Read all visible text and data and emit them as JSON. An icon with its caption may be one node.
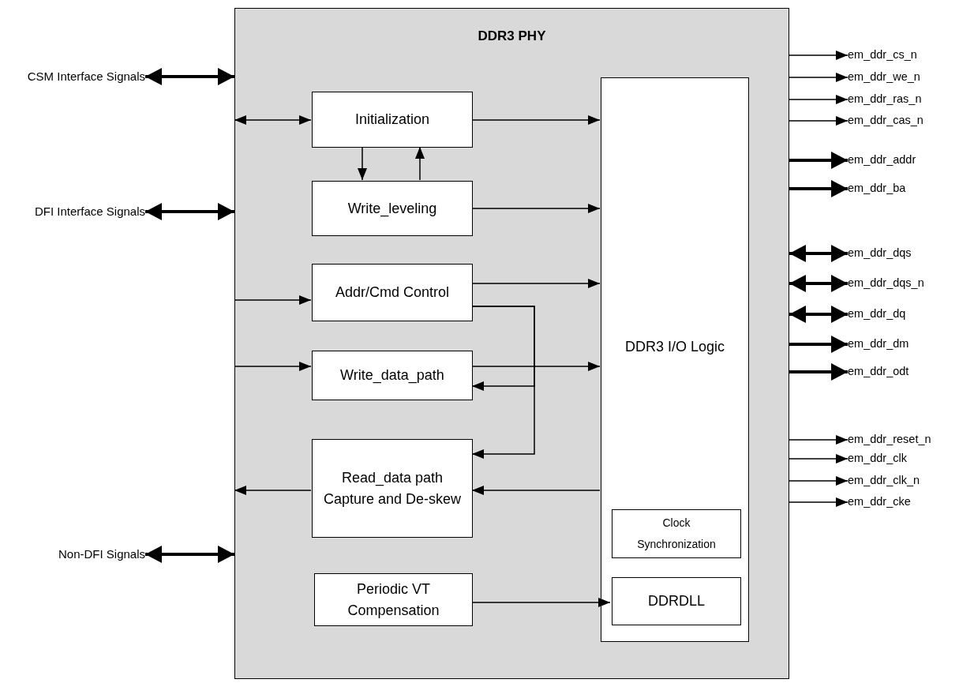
{
  "diagram": {
    "nodes": [
      {
        "text": [
          "DDR3 PHY"
        ]
      },
      {
        "text": [
          "Initialization"
        ],
        "in": 0
      },
      {
        "text": [
          "Write_leveling"
        ],
        "in": 0
      },
      {
        "text": [
          "Addr/Cmd Control"
        ],
        "in": 0
      },
      {
        "text": [
          "Write_data_path"
        ],
        "in": 0
      },
      {
        "text": [
          "Read_data path Capture and De-skew"
        ],
        "in": 0
      },
      {
        "text": [
          "Periodic VT Compensation"
        ],
        "in": 0
      },
      {
        "text": [
          "DDR3 I/O Logic"
        ],
        "in": 0
      },
      {
        "text": [
          "Clock Synchronization"
        ],
        "in": 7
      },
      {
        "text": [
          "DDRDLL"
        ],
        "in": 7
      },
      {
        "text": [
          "CSM Interface Signals"
        ]
      },
      {
        "text": [
          "DFI Interface Signals"
        ]
      },
      {
        "text": [
          "Non-DFI Signals"
        ]
      },
      {
        "text": [
          "em_ddr_cs_n"
        ]
      },
      {
        "text": [
          "em_ddr_we_n"
        ]
      },
      {
        "text": [
          "em_ddr_ras_n"
        ]
      },
      {
        "text": [
          "em_ddr_cas_n"
        ]
      },
      {
        "text": [
          "em_ddr_addr"
        ]
      },
      {
        "text": [
          "em_ddr_ba"
        ]
      },
      {
        "text": [
          "em_ddr_dqs"
        ]
      },
      {
        "text": [
          "em_ddr_dqs_n"
        ]
      },
      {
        "text": [
          "em_ddr_dq"
        ]
      },
      {
        "text": [
          "em_ddr_dm"
        ]
      },
      {
        "text": [
          "em_ddr_odt"
        ]
      },
      {
        "text": [
          "em_ddr_reset_n"
        ]
      },
      {
        "text": [
          "em_ddr_clk"
        ]
      },
      {
        "text": [
          "em_ddr_clk_n"
        ]
      },
      {
        "text": [
          "em_ddr_cke"
        ]
      }
    ],
    "edges": [
      {
        "from": 10,
        "to": 0,
        "arrow": "both",
        "style": "thick"
      },
      {
        "from": 11,
        "to": 0,
        "arrow": "both",
        "style": "thick"
      },
      {
        "from": 12,
        "to": 0,
        "arrow": "both",
        "style": "thick"
      },
      {
        "from": 0,
        "to": 1,
        "arrow": "both"
      },
      {
        "from": 1,
        "to": 2,
        "arrow": "to"
      },
      {
        "from": 2,
        "to": 1,
        "arrow": "to"
      },
      {
        "from": 1,
        "to": 7,
        "arrow": "to"
      },
      {
        "from": 2,
        "to": 7,
        "arrow": "to"
      },
      {
        "from": 0,
        "to": 3,
        "arrow": "to"
      },
      {
        "from": 3,
        "to": 7,
        "arrow": "to"
      },
      {
        "from": 0,
        "to": 4,
        "arrow": "to"
      },
      {
        "from": 4,
        "to": 7,
        "arrow": "to"
      },
      {
        "from": 3,
        "to": 4,
        "arrow": "to"
      },
      {
        "from": 3,
        "to": 5,
        "arrow": "to"
      },
      {
        "from": 7,
        "to": 5,
        "arrow": "to"
      },
      {
        "from": 5,
        "to": 0,
        "arrow": "to"
      },
      {
        "from": 6,
        "to": 9,
        "arrow": "to"
      },
      {
        "from": 0,
        "to": 13,
        "arrow": "to"
      },
      {
        "from": 0,
        "to": 14,
        "arrow": "to"
      },
      {
        "from": 0,
        "to": 15,
        "arrow": "to"
      },
      {
        "from": 0,
        "to": 16,
        "arrow": "to"
      },
      {
        "from": 0,
        "to": 17,
        "arrow": "to",
        "style": "thick"
      },
      {
        "from": 0,
        "to": 18,
        "arrow": "to",
        "style": "thick"
      },
      {
        "from": 0,
        "to": 19,
        "arrow": "both",
        "style": "thick"
      },
      {
        "from": 0,
        "to": 20,
        "arrow": "both",
        "style": "thick"
      },
      {
        "from": 0,
        "to": 21,
        "arrow": "both",
        "style": "thick"
      },
      {
        "from": 0,
        "to": 22,
        "arrow": "to",
        "style": "thick"
      },
      {
        "from": 0,
        "to": 23,
        "arrow": "to",
        "style": "thick"
      },
      {
        "from": 0,
        "to": 24,
        "arrow": "to"
      },
      {
        "from": 0,
        "to": 25,
        "arrow": "to"
      },
      {
        "from": 0,
        "to": 26,
        "arrow": "to"
      },
      {
        "from": 0,
        "to": 27,
        "arrow": "to"
      }
    ]
  }
}
